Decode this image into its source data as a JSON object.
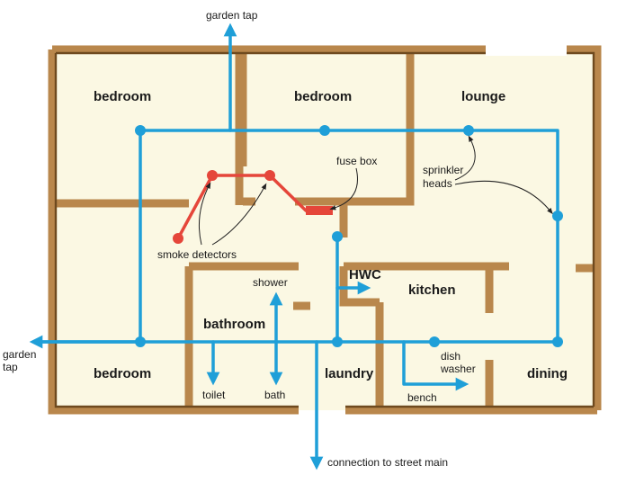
{
  "rooms": {
    "bedroom_top_left": "bedroom",
    "bedroom_top_middle": "bedroom",
    "lounge": "lounge",
    "bedroom_bottom_left": "bedroom",
    "bathroom": "bathroom",
    "laundry": "laundry",
    "hwc": "HWC",
    "kitchen": "kitchen",
    "dining": "dining"
  },
  "labels": {
    "garden_tap_top": "garden tap",
    "garden_tap_left_line1": "garden",
    "garden_tap_left_line2": "tap",
    "fuse_box": "fuse box",
    "sprinkler_heads_line1": "sprinkler",
    "sprinkler_heads_line2": "heads",
    "smoke_detectors": "smoke detectors",
    "shower": "shower",
    "toilet": "toilet",
    "bath": "bath",
    "dish_washer_line1": "dish",
    "dish_washer_line2": "washer",
    "bench": "bench",
    "street_main": "connection to street main"
  },
  "colors": {
    "water_pipe": "#1f9fd8",
    "smoke_alarm_circuit": "#e5463a",
    "fuse_box": "#e5463a",
    "floor": "#fbf8e3",
    "wall": "#b9874c"
  }
}
